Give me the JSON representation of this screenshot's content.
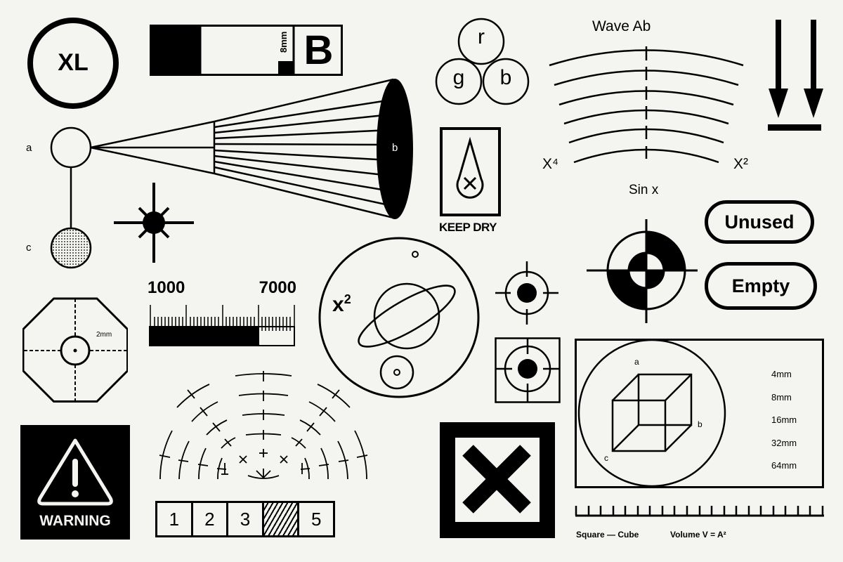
{
  "colors": {
    "background": "#f4f5f1",
    "ink": "#000000"
  },
  "size_badge": {
    "label": "XL"
  },
  "color_bar": {
    "size_label": "8mm",
    "letter": "B"
  },
  "cone_diagram": {
    "label_a": "a",
    "label_b": "b",
    "label_c": "c"
  },
  "rgb_circles": {
    "top": "r",
    "left": "g",
    "right": "b"
  },
  "keep_dry": {
    "label": "KEEP DRY",
    "icon": "drop-with-x-icon"
  },
  "wave": {
    "title": "Wave Ab",
    "left_label": "X⁴",
    "right_label": "X²"
  },
  "this_side_down": {
    "icon": "double-down-arrow-icon"
  },
  "target": {
    "title": "Sin x"
  },
  "pills": {
    "unused": "Unused",
    "empty": "Empty"
  },
  "ruler": {
    "min_label": "1000",
    "max_label": "7000"
  },
  "planet": {
    "label": "x",
    "superscript": "2"
  },
  "octagon": {
    "label": "2mm"
  },
  "warning": {
    "label": "WARNING",
    "icon": "warning-triangle-icon"
  },
  "steps": {
    "cells": [
      "1",
      "2",
      "3",
      "",
      "5"
    ]
  },
  "cube_panel": {
    "label_a": "a",
    "label_b": "b",
    "label_c": "c",
    "sizes": [
      "4mm",
      "8mm",
      "16mm",
      "32mm",
      "64mm"
    ]
  },
  "footer_scale": {
    "left_caption": "Square — Cube",
    "right_caption": "Volume V = A²"
  }
}
